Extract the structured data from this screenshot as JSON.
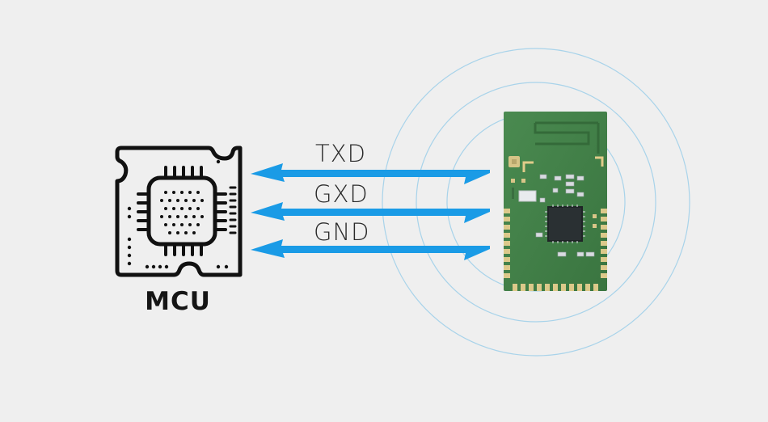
{
  "mcu": {
    "label": "MCU",
    "icon": "microcontroller-chip-icon"
  },
  "module": {
    "icon": "wireless-module-board"
  },
  "signals": [
    {
      "label": "TXD",
      "direction": "to-mcu"
    },
    {
      "label": "GXD",
      "direction": "to-module"
    },
    {
      "label": "GND",
      "direction": "both"
    }
  ],
  "colors": {
    "background": "#efefef",
    "arrow": "#1a9be6",
    "pcb": "#3f7c45",
    "pad": "#dcc98a",
    "ring": "#a8d3ea"
  }
}
